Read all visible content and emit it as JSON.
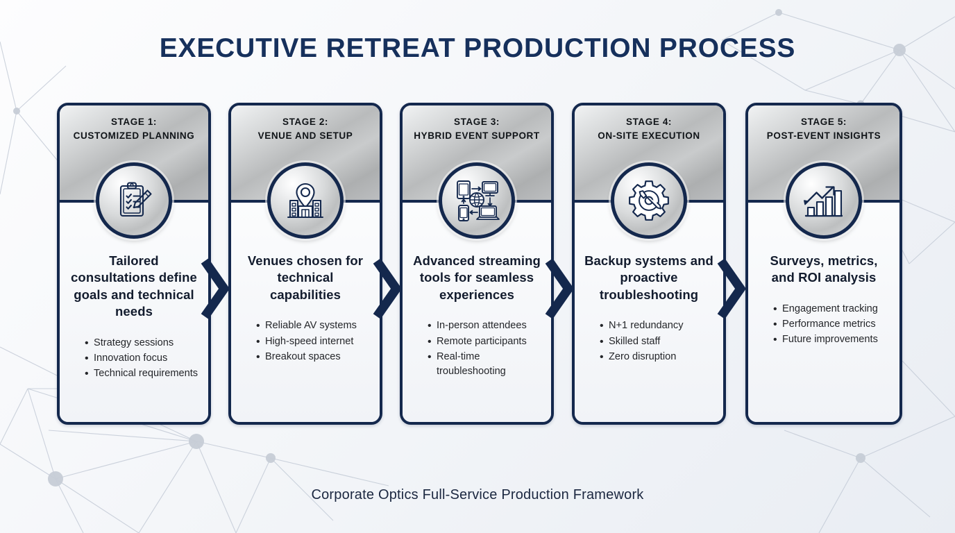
{
  "title": "EXECUTIVE RETREAT PRODUCTION PROCESS",
  "footer": "Corporate Optics Full-Service Production Framework",
  "colors": {
    "navy": "#14284d",
    "title_navy": "#16305c",
    "silver_light": "#f2f3f4",
    "silver_dark": "#adafb0",
    "card_body": "#f4f6fa",
    "network_gray": "#c3cad6"
  },
  "stages": [
    {
      "stage_label": "STAGE 1:",
      "stage_name": "CUSTOMIZED PLANNING",
      "icon": "clipboard-checklist-pencil-icon",
      "headline": "Tailored consultations define goals and technical needs",
      "bullets": [
        "Strategy sessions",
        "Innovation focus",
        "Technical requirements"
      ]
    },
    {
      "stage_label": "STAGE 2:",
      "stage_name": "VENUE AND SETUP",
      "icon": "building-map-pin-icon",
      "headline": "Venues chosen for technical capabilities",
      "bullets": [
        "Reliable AV systems",
        "High-speed internet",
        "Breakout spaces"
      ]
    },
    {
      "stage_label": "STAGE 3:",
      "stage_name": "HYBRID EVENT SUPPORT",
      "icon": "connected-devices-globe-icon",
      "headline": "Advanced streaming tools for seamless experiences",
      "bullets": [
        "In-person attendees",
        "Remote participants",
        "Real-time troubleshooting"
      ]
    },
    {
      "stage_label": "STAGE 4:",
      "stage_name": "ON-SITE EXECUTION",
      "icon": "gear-wrench-icon",
      "headline": "Backup systems and proactive troubleshooting",
      "bullets": [
        "N+1 redundancy",
        "Skilled staff",
        "Zero disruption"
      ]
    },
    {
      "stage_label": "STAGE 5:",
      "stage_name": "POST-EVENT INSIGHTS",
      "icon": "bar-chart-growth-arrow-icon",
      "headline": "Surveys, metrics, and ROI analysis",
      "bullets": [
        "Engagement tracking",
        "Performance metrics",
        "Future improvements"
      ]
    }
  ],
  "connectors": [
    {
      "name": "arrow-stage1-to-stage2",
      "glyph": "chevron-right-arrow"
    },
    {
      "name": "arrow-stage2-to-stage3",
      "glyph": "chevron-right-arrow"
    },
    {
      "name": "arrow-stage3-to-stage4",
      "glyph": "chevron-right-arrow"
    },
    {
      "name": "arrow-stage4-to-stage5",
      "glyph": "chevron-right-arrow"
    }
  ]
}
